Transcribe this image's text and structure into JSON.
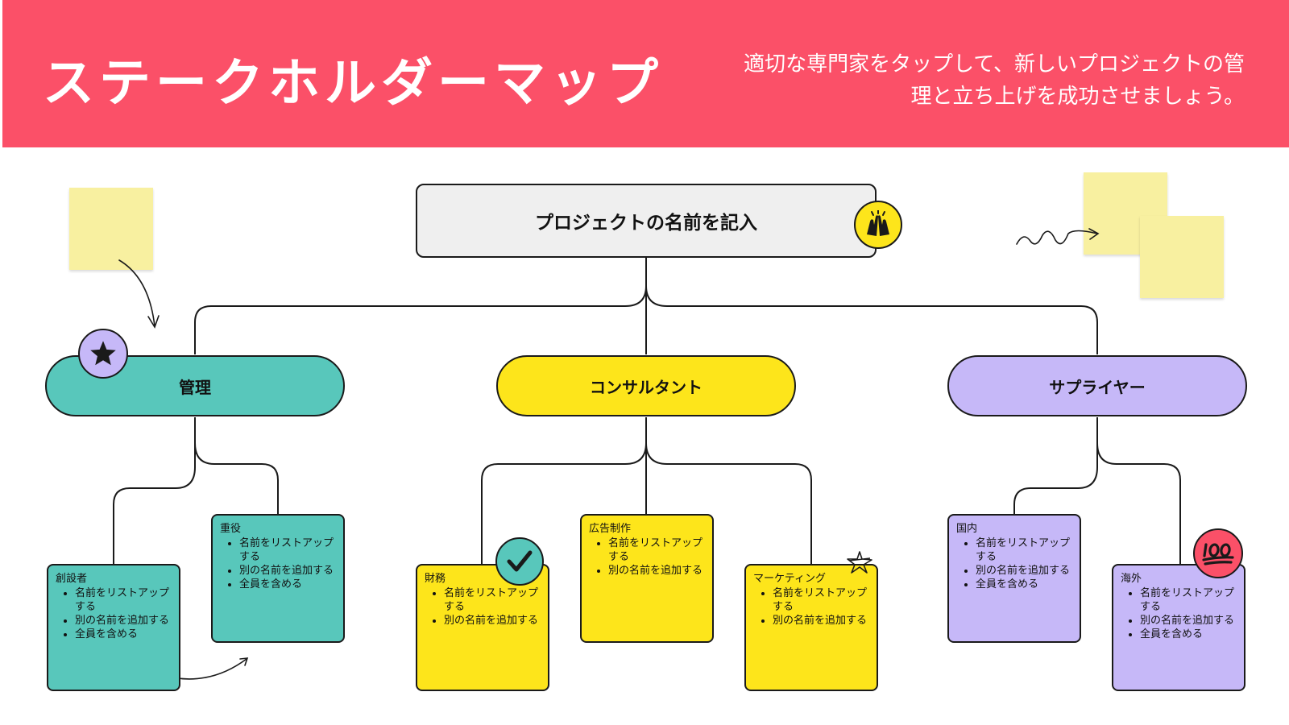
{
  "header": {
    "title": "ステークホルダーマップ",
    "subtitle": "適切な専門家をタップして、新しいプロジェクトの管理と立ち上げを成功させましょう。"
  },
  "project": {
    "label": "プロジェクトの名前を記入",
    "icon": "raised-hands-icon"
  },
  "categories": [
    {
      "label": "管理",
      "color": "#58c7bb",
      "badge_icon": "star-icon",
      "cards": [
        {
          "title": "創設者",
          "items": [
            "名前をリストアップする",
            "別の名前を追加する",
            "全員を含める"
          ]
        },
        {
          "title": "重役",
          "items": [
            "名前をリストアップする",
            "別の名前を追加する",
            "全員を含める"
          ]
        }
      ]
    },
    {
      "label": "コンサルタント",
      "color": "#fde51b",
      "cards": [
        {
          "title": "財務",
          "items": [
            "名前をリストアップする",
            "別の名前を追加する"
          ],
          "badge_icon": "checkmark-icon"
        },
        {
          "title": "広告制作",
          "items": [
            "名前をリストアップする",
            "別の名前を追加する"
          ]
        },
        {
          "title": "マーケティング",
          "items": [
            "名前をリストアップする",
            "別の名前を追加する"
          ],
          "badge_icon": "star-doodle-icon"
        }
      ]
    },
    {
      "label": "サプライヤー",
      "color": "#c6b8f8",
      "cards": [
        {
          "title": "国内",
          "items": [
            "名前をリストアップする",
            "別の名前を追加する",
            "全員を含める"
          ]
        },
        {
          "title": "海外",
          "items": [
            "名前をリストアップする",
            "別の名前を追加する",
            "全員を含める"
          ],
          "badge_icon": "hundred-points-icon"
        }
      ]
    }
  ],
  "colors": {
    "header": "#fb5068",
    "sticky_note": "#f8f0a0",
    "project_box": "#efefef"
  }
}
